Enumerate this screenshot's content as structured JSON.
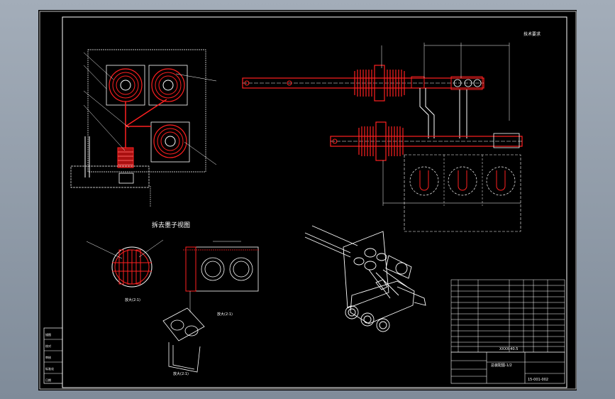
{
  "drawing": {
    "tech_note": "技术要求",
    "view_title": "拆去墨子视图",
    "scale_label_a": "放大(2:1)",
    "scale_label_b": "放大(2:1)",
    "scale_label_c": "放大(2:1)",
    "title_block": {
      "product_name": "XXXX-40.5",
      "drawing_name": "总装配图-1/2",
      "code": "15-001-002"
    },
    "left_strip": [
      "描图",
      "校对",
      "审核",
      "标准化",
      "日期"
    ],
    "colors": {
      "background": "#000000",
      "frame": "#ffffff",
      "accent": "#ff2020",
      "outline": "#ffffff"
    }
  }
}
